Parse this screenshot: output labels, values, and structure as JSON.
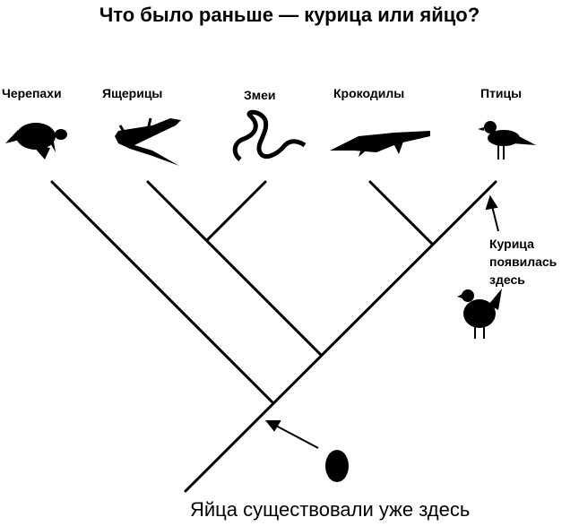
{
  "title": "Что было раньше — курица или яйцо?",
  "taxa": [
    "Черепахи",
    "Ящерицы",
    "Змеи",
    "Крокодилы",
    "Птицы"
  ],
  "chicken_note": [
    "Курица",
    "появилась",
    "здесь"
  ],
  "egg_note": "Яйца существовали уже здесь"
}
